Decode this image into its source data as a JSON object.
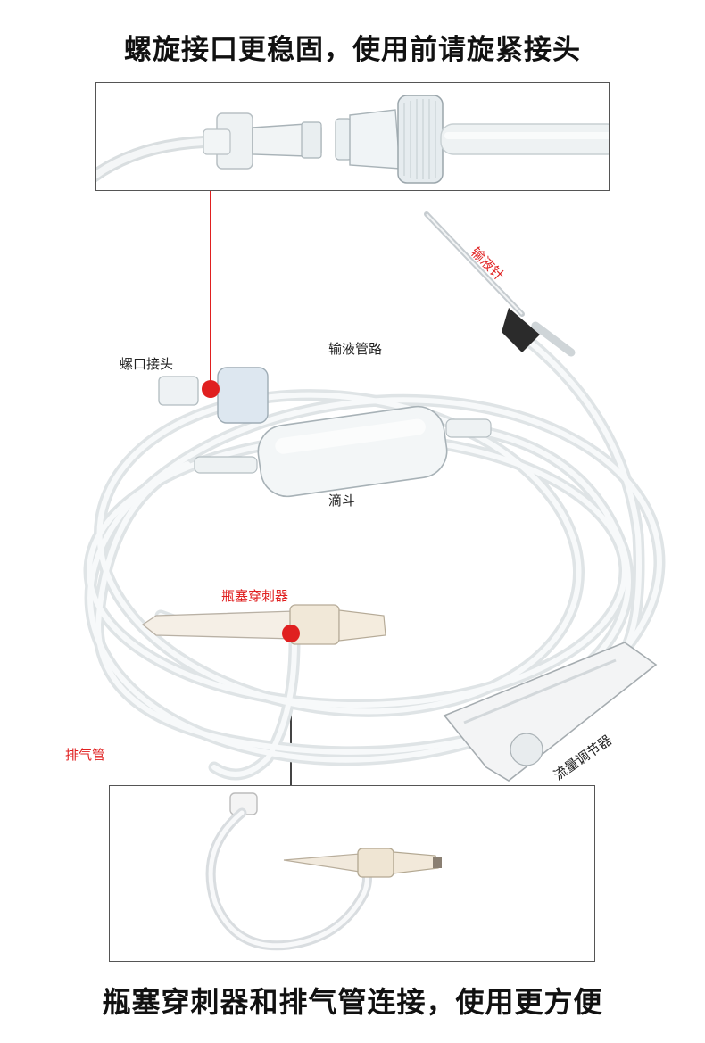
{
  "headline_top": "螺旋接口更稳固，使用前请旋紧接头",
  "headline_bottom": "瓶塞穿刺器和排气管连接，使用更方便",
  "labels": {
    "screw_connector": "螺口接头",
    "infusion_tube": "输液管路",
    "infusion_needle": "输液针",
    "drip_chamber": "滴斗",
    "bottle_spike": "瓶塞穿刺器",
    "air_vent_tube": "排气管",
    "flow_regulator": "流量调节器"
  },
  "colors": {
    "accent_red": "#e02020",
    "tube": "#e4e8ea",
    "frame": "#555555"
  }
}
